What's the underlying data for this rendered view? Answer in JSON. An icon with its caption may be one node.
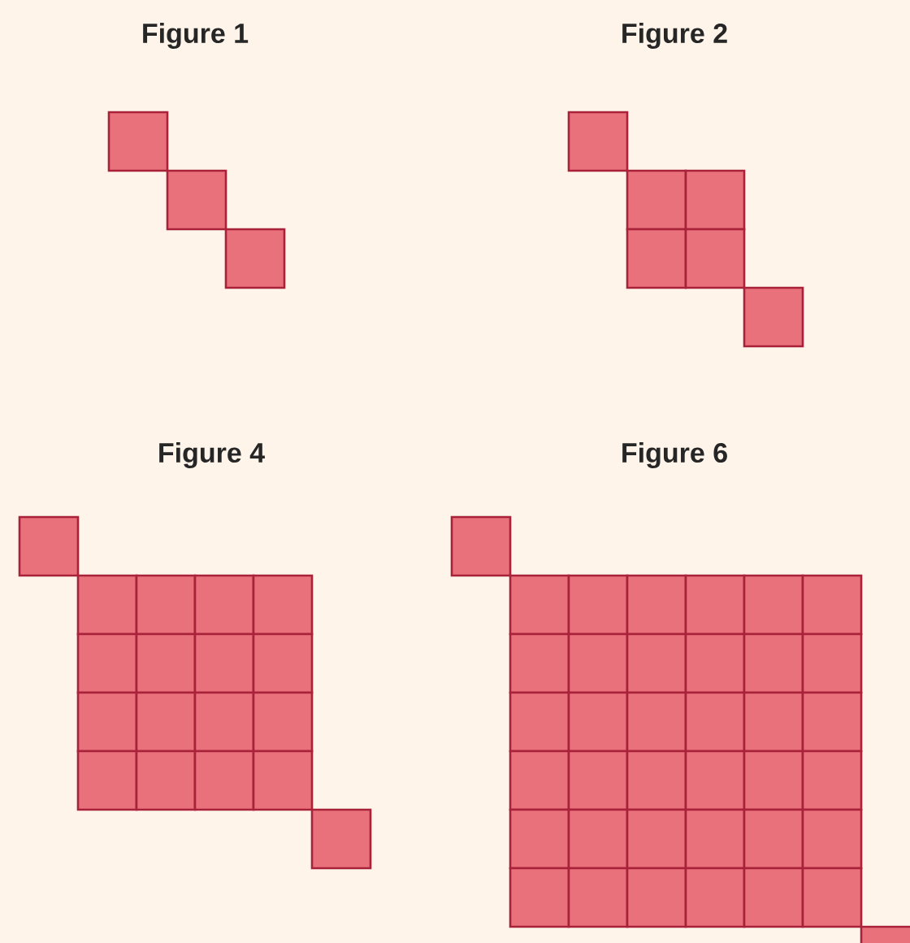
{
  "diagram": {
    "labels": [
      "Figure 1",
      "Figure 2",
      "Figure 4",
      "Figure 6"
    ]
  }
}
